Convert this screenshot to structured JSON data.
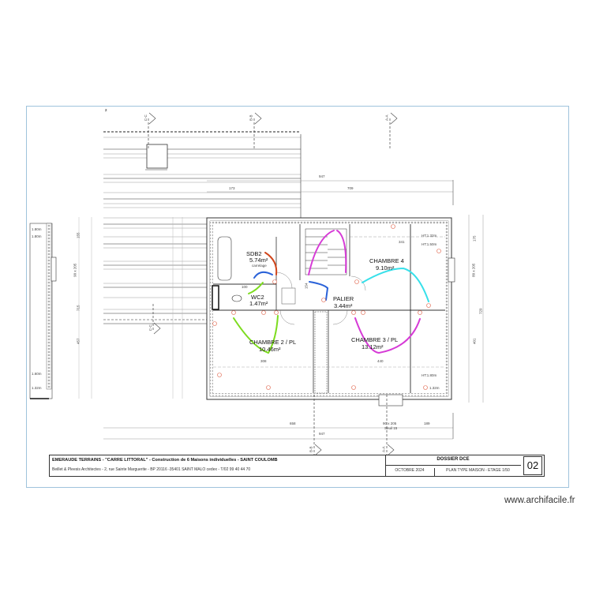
{
  "title_block": {
    "project_line": "EMERAUDE TERRAINS - \"CARRE LITTORAL\" - Construction de 6 Maisons individuelles - SAINT COULOMB",
    "architect_line": "Beillet & Pleesis Architectes - 2, rue Sainte Marguerite - BP 20116 -35401 SAINT MALO cedex - T/02 99 40 44 70",
    "dossier": "DOSSIER DCE",
    "date": "OCTOBRE 2024",
    "plan_title": "PLAN TYPE MAISON - ETAGE 1/50",
    "sheet_number": "02"
  },
  "watermark": "www.archifacile.fr",
  "rooms": [
    {
      "name": "SDB2",
      "area": "5.74m²",
      "note": "carrelage"
    },
    {
      "name": "WC2",
      "area": "1.47m²"
    },
    {
      "name": "PALIER",
      "area": "3.44m²"
    },
    {
      "name": "CHAMBRE 4",
      "area": "9.10m²"
    },
    {
      "name": "CHAMBRE 2 / PL",
      "area": "10.46m²"
    },
    {
      "name": "CHAMBRE 3 / PL",
      "area": "13.12m²"
    }
  ],
  "dimensions": {
    "top_outer": "947",
    "top_inner": "709",
    "top_left_segment": "173",
    "bottom_left": "658",
    "bottom_opening": "90 x 205",
    "bottom_opening_sub": "Seuil 15",
    "bottom_right": "189",
    "bottom_total": "947",
    "left_total": "715",
    "left_top": "155",
    "left_bottom": "457",
    "left_opening": "90 x 205",
    "right_total": "729",
    "right_top": "175",
    "right_bottom": "401",
    "right_opening": "80 x 205",
    "chambre2_width": "308",
    "chambre3_width": "440",
    "chambre4_width": "341",
    "wc_width": "100",
    "stair_dim": "154",
    "ht_top_1": "HT:1.32m",
    "ht_top_2": "HT:1.50m",
    "ht_bottom_1": "HT:1.80m",
    "ht_bottom_2": "1.32m",
    "left_ht_1": "1.80m",
    "left_ht_2": "1.80m",
    "left_ht_3": "1.60m",
    "left_ht_4": "1.32m",
    "sheet_index": "2"
  },
  "section_markers": [
    "C-C",
    "B-B",
    "A-A",
    "B-B",
    "C-C",
    "A-A"
  ],
  "colors": {
    "wire_green": "#7ddc1f",
    "wire_magenta": "#d63bd6",
    "wire_cyan": "#38e0ea",
    "wire_blue": "#2a62d8",
    "wire_red": "#d0451b",
    "outlet": "#e0634a",
    "sheet_border": "#9fc3dc"
  }
}
